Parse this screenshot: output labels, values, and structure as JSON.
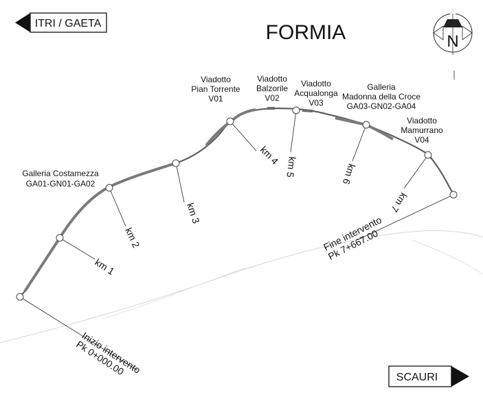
{
  "map": {
    "title": "FORMIA",
    "north_symbol": "N",
    "direction_signs": {
      "west": "ITRI / GAETA",
      "east": "SCAURI"
    },
    "start_label": {
      "line1": "Inizio intervento",
      "line2": "Pk 0+000.00"
    },
    "end_label": {
      "line1": "Fine intervento",
      "line2": "Pk 7+667.00"
    },
    "km_markers": [
      "km 1",
      "km 2",
      "km 3",
      "km 4",
      "km 5",
      "km 6",
      "km 7"
    ],
    "structures": [
      {
        "lines": [
          "Galleria Costamezza",
          "GA01-GN01-GA02"
        ]
      },
      {
        "lines": [
          "Viadotto",
          "Pian Torrente",
          "V01"
        ]
      },
      {
        "lines": [
          "Viadotto",
          "Balzorile",
          "V02"
        ]
      },
      {
        "lines": [
          "Viadotto",
          "Acqualonga",
          "V03"
        ]
      },
      {
        "lines": [
          "Galleria",
          "Madonna della Croce",
          "GA03-GN02-GA04"
        ]
      },
      {
        "lines": [
          "Viadotto",
          "Mamurrano",
          "V04"
        ]
      }
    ],
    "icons": {
      "north_arrow": "north-arrow-icon",
      "left_arrow": "arrow-left-icon",
      "right_arrow": "arrow-right-icon"
    },
    "colors": {
      "road": "#5f5f5f",
      "coast": "#d6d6d6",
      "ink": "#111111"
    }
  }
}
